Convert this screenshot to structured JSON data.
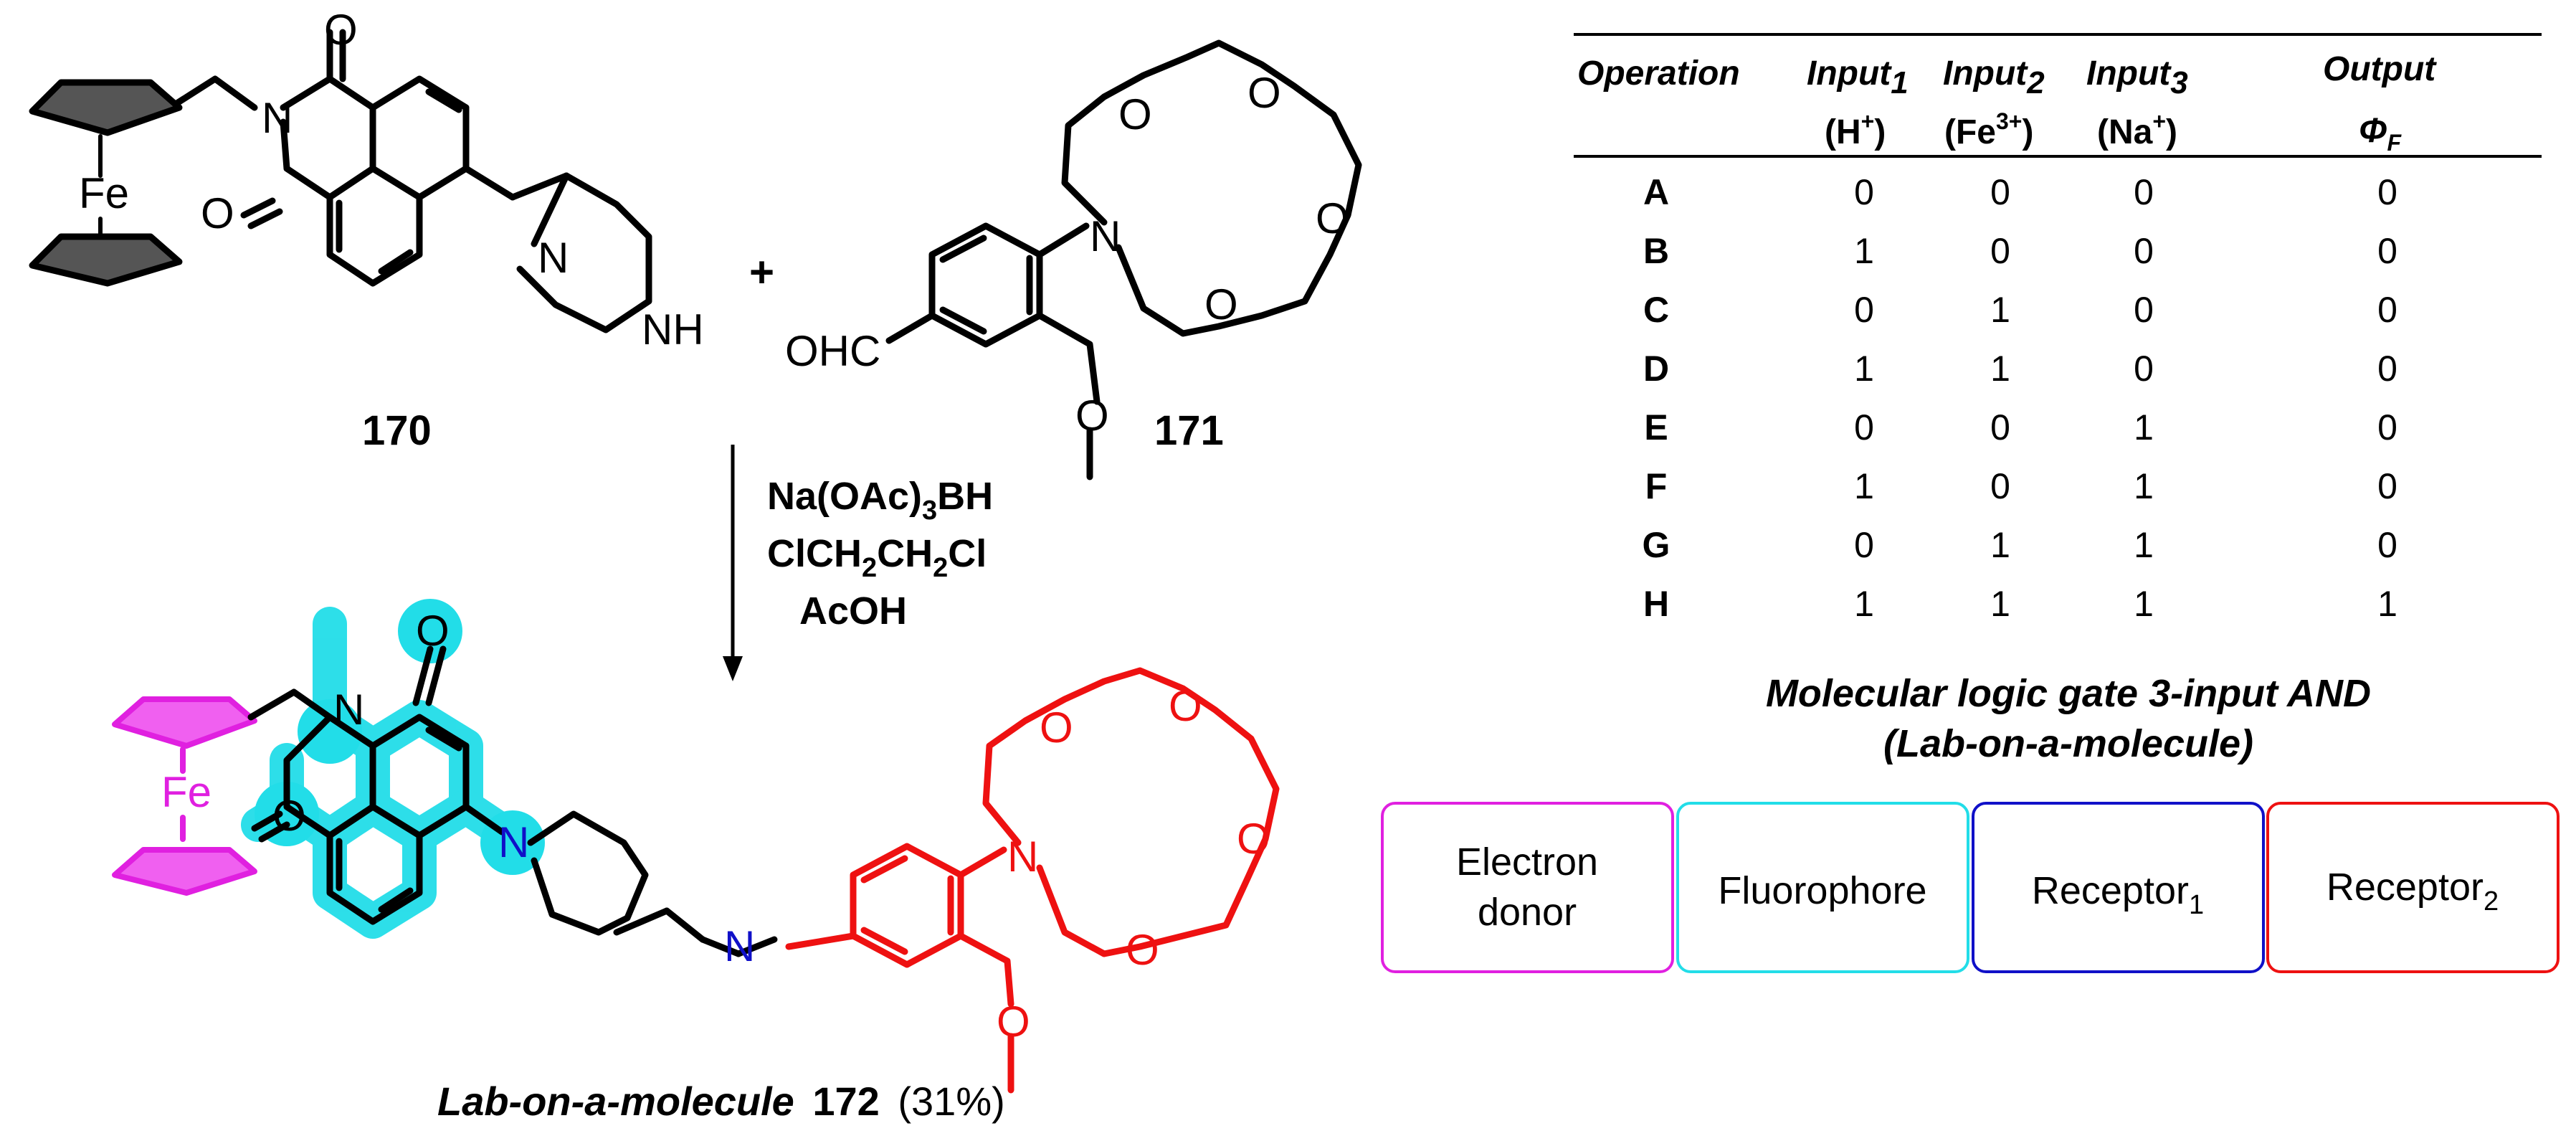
{
  "reactants": {
    "left_number": "170",
    "right_number": "171",
    "plus": "+",
    "fe": "Fe",
    "atoms": {
      "N": "N",
      "O": "O",
      "NH": "NH",
      "OHC": "OHC"
    }
  },
  "conditions": {
    "line1_main": "Na(OAc)",
    "line1_sub": "3",
    "line1_end": "BH",
    "line2_a": "ClCH",
    "line2_sub1": "2",
    "line2_b": "CH",
    "line2_sub2": "2",
    "line2_c": "Cl",
    "line3": "AcOH"
  },
  "product": {
    "caption_italic": "Lab-on-a-molecule",
    "caption_number": "172",
    "caption_yield": "(31%)"
  },
  "table": {
    "headers": {
      "operation": "Operation",
      "input_word": "Input",
      "input1_sub": "1",
      "input1_ion": "(H",
      "input1_charge": "+",
      "input1_close": ")",
      "input2_sub": "2",
      "input2_ion": "(Fe",
      "input2_charge": "3+",
      "input2_close": ")",
      "input3_sub": "3",
      "input3_ion": "(Na",
      "input3_charge": "+",
      "input3_close": ")",
      "output_word": "Output",
      "phi": "Φ",
      "phi_sub": "F"
    },
    "rows": [
      {
        "op": "A",
        "in1": "0",
        "in2": "0",
        "in3": "0",
        "out": "0"
      },
      {
        "op": "B",
        "in1": "1",
        "in2": "0",
        "in3": "0",
        "out": "0"
      },
      {
        "op": "C",
        "in1": "0",
        "in2": "1",
        "in3": "0",
        "out": "0"
      },
      {
        "op": "D",
        "in1": "1",
        "in2": "1",
        "in3": "0",
        "out": "0"
      },
      {
        "op": "E",
        "in1": "0",
        "in2": "0",
        "in3": "1",
        "out": "0"
      },
      {
        "op": "F",
        "in1": "1",
        "in2": "0",
        "in3": "1",
        "out": "0"
      },
      {
        "op": "G",
        "in1": "0",
        "in2": "1",
        "in3": "1",
        "out": "0"
      },
      {
        "op": "H",
        "in1": "1",
        "in2": "1",
        "in3": "1",
        "out": "1"
      }
    ],
    "caption_line1": "Molecular logic gate 3-input AND",
    "caption_line2": "(Lab-on-a-molecule)"
  },
  "boxes": {
    "electron_donor_line1": "Electron",
    "electron_donor_line2": "donor",
    "fluorophore": "Fluorophore",
    "receptor1_main": "Receptor",
    "receptor1_sub": "1",
    "receptor2_main": "Receptor",
    "receptor2_sub": "2"
  },
  "colors": {
    "electron_donor": "#e020e0",
    "fluorophore": "#22dde8",
    "receptor1": "#1010c8",
    "receptor2": "#ee1111",
    "bond": "#000000"
  }
}
